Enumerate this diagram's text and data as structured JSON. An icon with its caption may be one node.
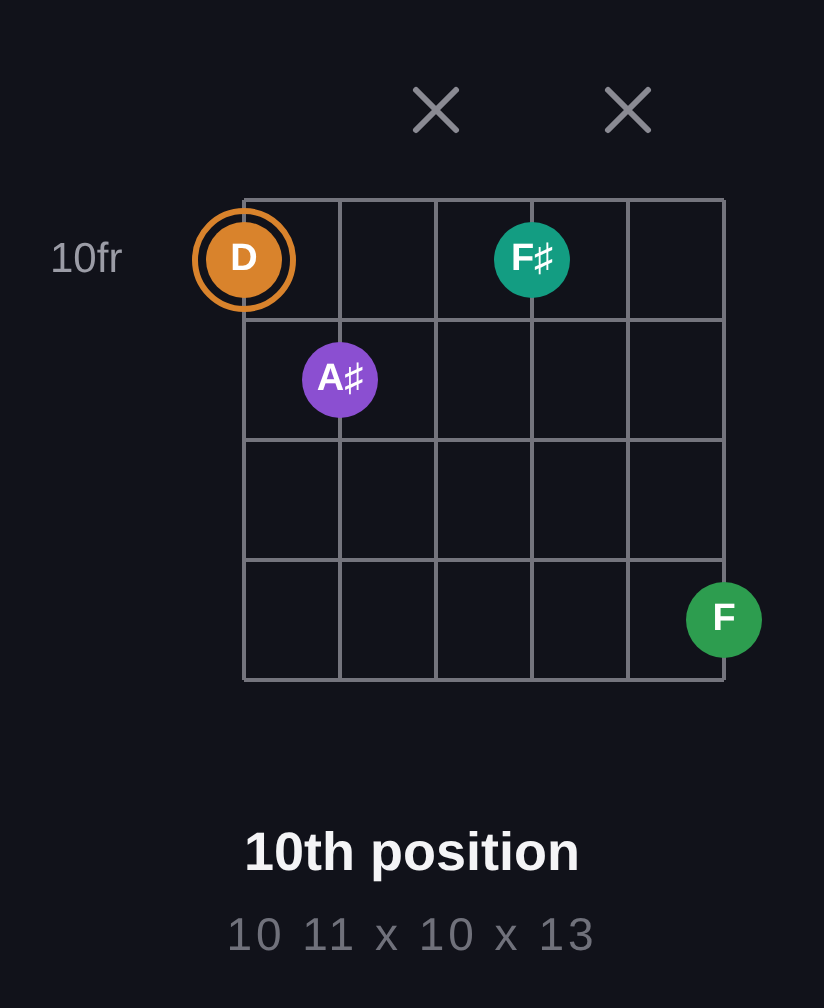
{
  "diagram": {
    "title": "10th position",
    "caption": "10 11 x 10 x 13",
    "nodes": [
      {
        "text": [
          "D"
        ]
      },
      {
        "text": [
          "F♯"
        ]
      },
      {
        "text": [
          "A♯"
        ]
      },
      {
        "text": [
          "F"
        ]
      }
    ],
    "labels": [
      "10fr"
    ]
  }
}
